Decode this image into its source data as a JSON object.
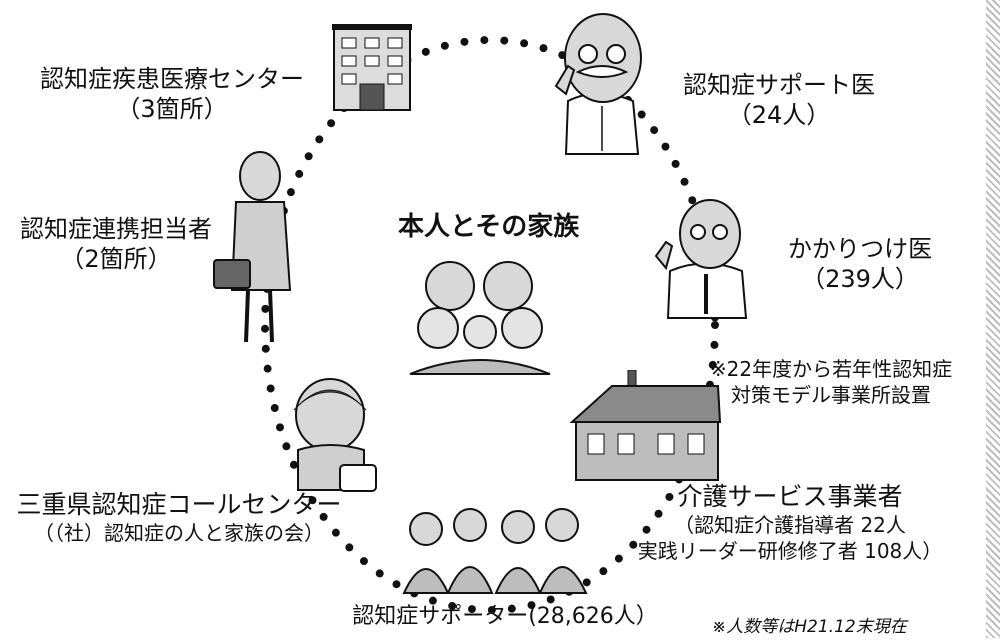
{
  "center": {
    "title": "本人とその家族"
  },
  "nodes": {
    "center_hospital": {
      "name": "認知症疾患医療センター",
      "count": "（3箇所）",
      "icon": "hospital-building-icon"
    },
    "support_doctor": {
      "name": "認知症サポート医",
      "count": "（24人）",
      "icon": "elderly-doctor-icon"
    },
    "family_doctor": {
      "name": "かかりつけ医",
      "count": "（239人）",
      "icon": "doctor-icon"
    },
    "liaison": {
      "name": "認知症連携担当者",
      "count": "（2箇所）",
      "icon": "woman-with-bag-icon"
    },
    "call_center": {
      "name": "三重県認知症コールセンター",
      "sub": "（（社）認知症の人と家族の会）",
      "icon": "phone-operator-icon"
    },
    "care_provider": {
      "note_line1": "※22年度から若年性認知症",
      "note_line2": "対策モデル事業所設置",
      "name": "介護サービス事業者",
      "detail_line1": "（認知症介護指導者 22人",
      "detail_line2": "実践リーダー研修修了者 108人）",
      "icon": "house-icon"
    },
    "supporters": {
      "name": "認知症サポーター(28,626人）",
      "icon": "seated-people-icon"
    }
  },
  "footnote": "※人数等はH21.12末現在",
  "colors": {
    "ink": "#111111",
    "fill": "#d6d6d6",
    "background": "#ffffff"
  }
}
